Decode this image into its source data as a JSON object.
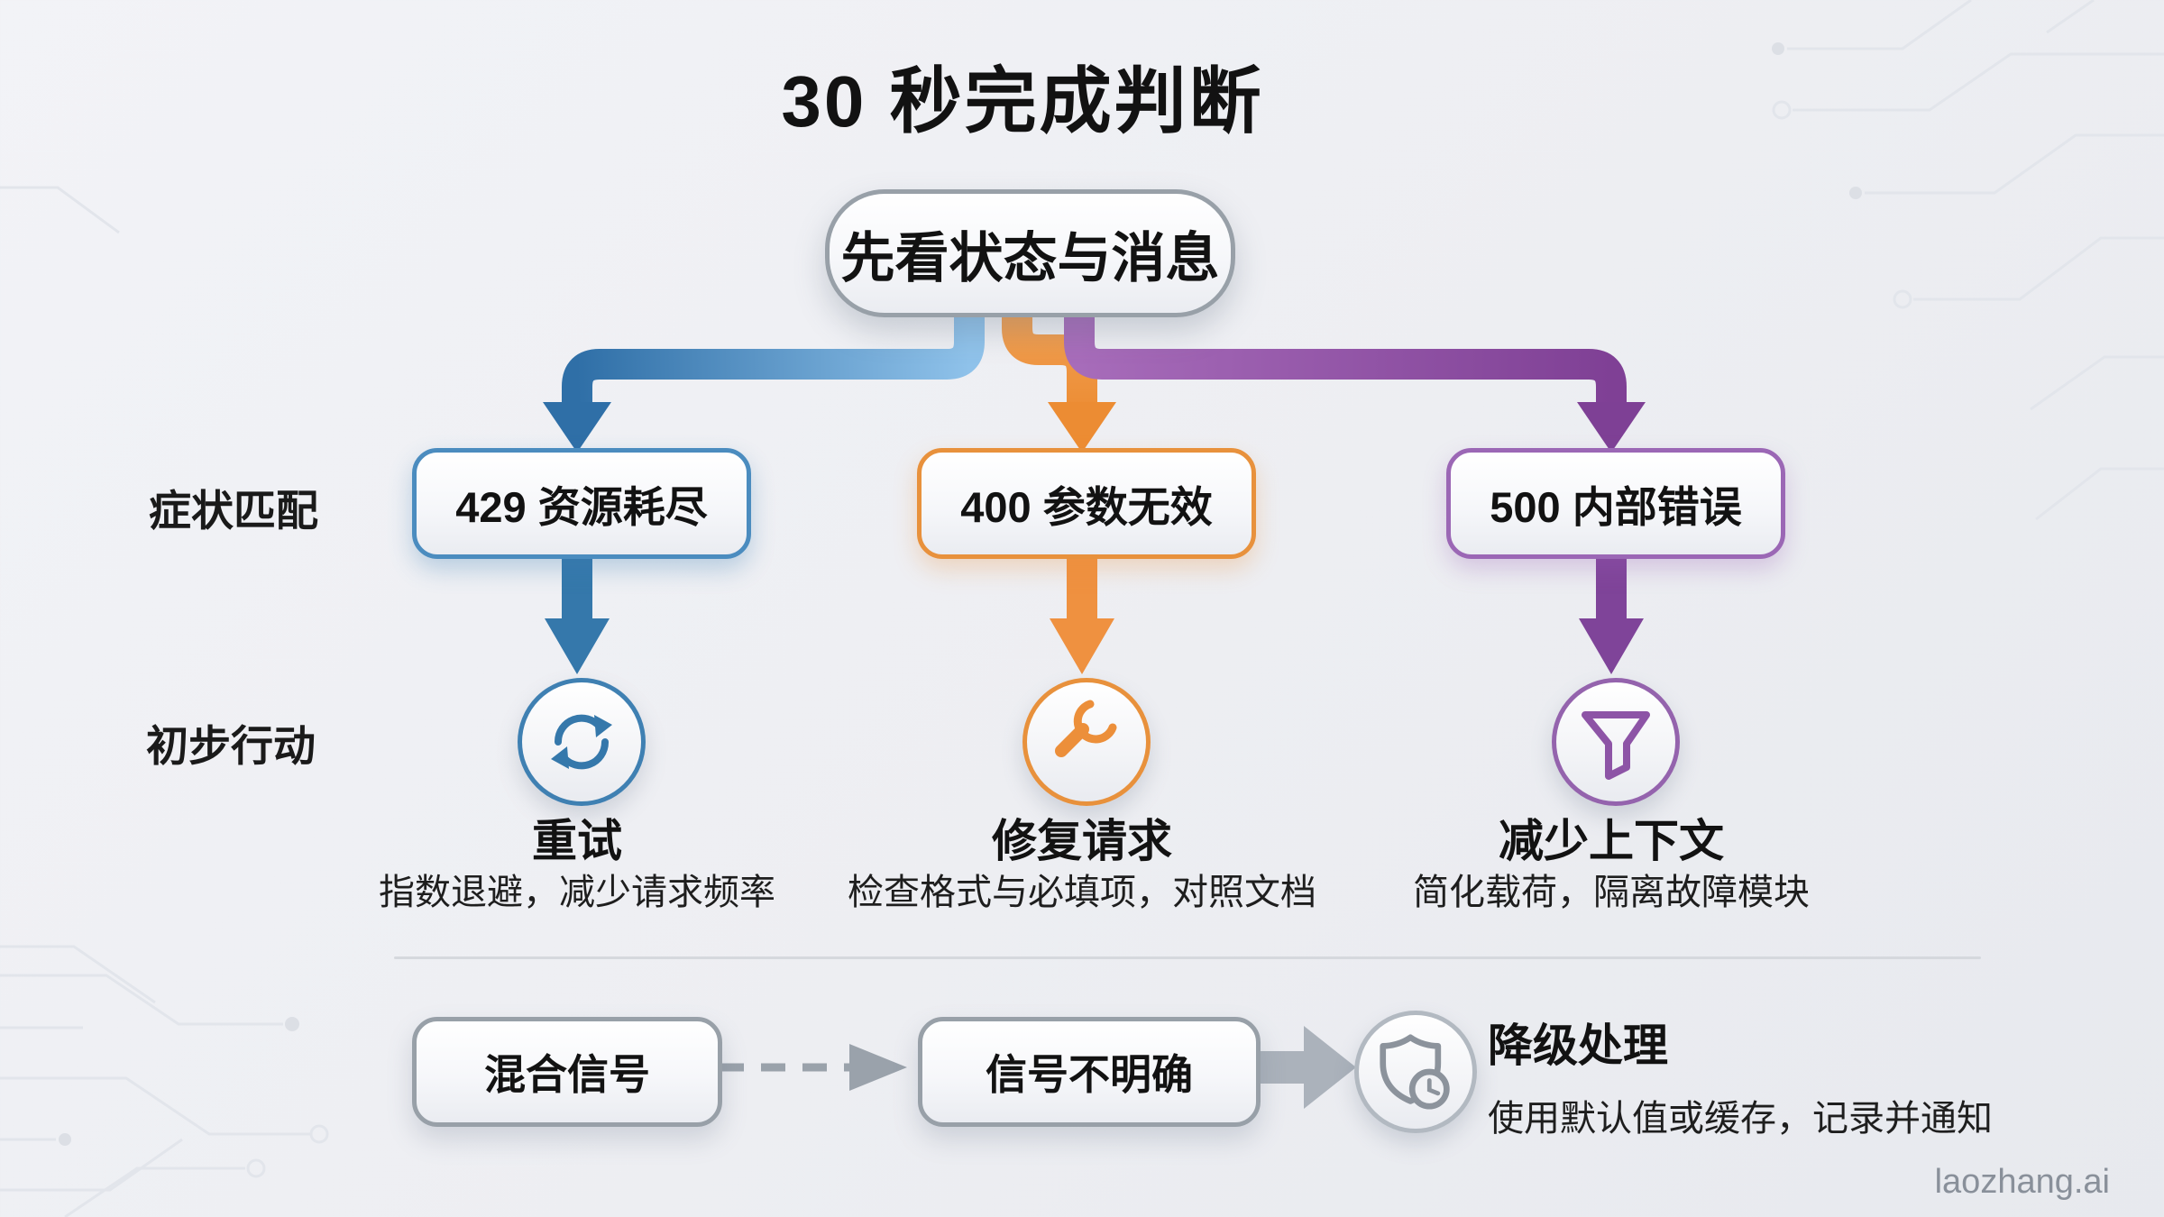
{
  "title": "30 秒完成判断",
  "watermark": "laozhang.ai",
  "colors": {
    "blue": "#3578AB",
    "orange": "#EE9140",
    "purple": "#8D54A6",
    "gray": "#98A0A8"
  },
  "root": {
    "label": "先看状态与消息"
  },
  "row_labels": {
    "symptom": "症状匹配",
    "action": "初步行动"
  },
  "branches": [
    {
      "code": "429",
      "symptom": "429 资源耗尽",
      "action_title": "重试",
      "action_desc": "指数退避，减少请求频率",
      "icon": "refresh-icon",
      "color": "#3578AB"
    },
    {
      "code": "400",
      "symptom": "400 参数无效",
      "action_title": "修复请求",
      "action_desc": "检查格式与必填项，对照文档",
      "icon": "wrench-icon",
      "color": "#EE9140"
    },
    {
      "code": "500",
      "symptom": "500 内部错误",
      "action_title": "减少上下文",
      "action_desc": "简化载荷，隔离故障模块",
      "icon": "funnel-icon",
      "color": "#8D54A6"
    }
  ],
  "fallback_row": {
    "source": "混合信号",
    "middle": "信号不明确",
    "result_title": "降级处理",
    "result_desc": "使用默认值或缓存，记录并通知",
    "icon": "shield-clock-icon",
    "color": "#98A0A8"
  }
}
